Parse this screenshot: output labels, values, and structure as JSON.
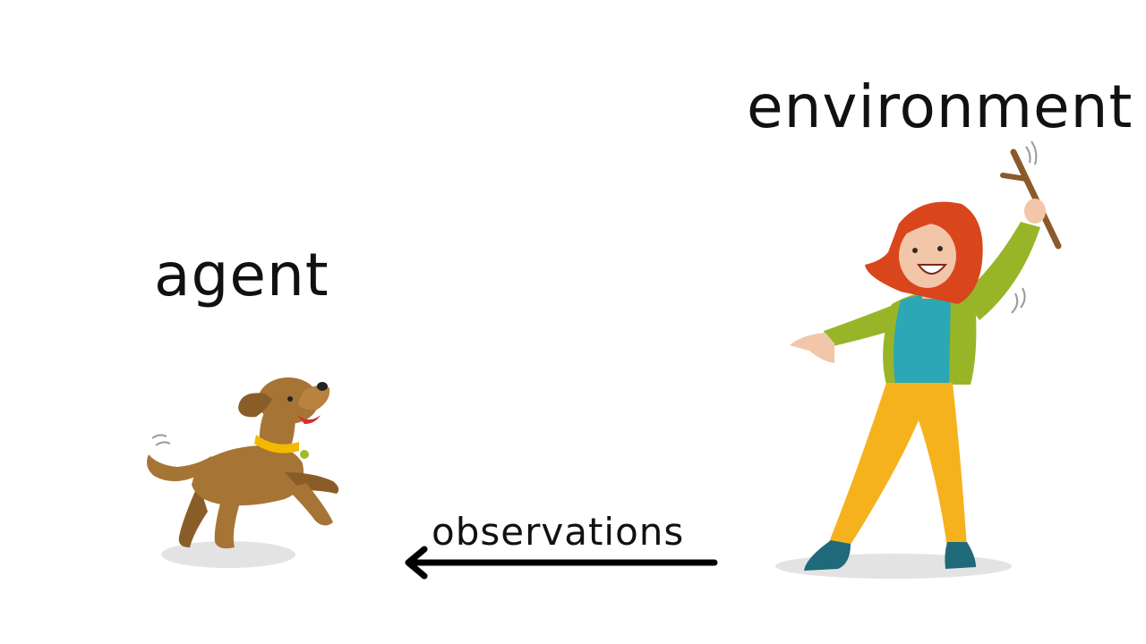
{
  "labels": {
    "agent": "agent",
    "environment": "environment",
    "observations": "observations"
  },
  "illustrations": {
    "agent_figure": "dog",
    "environment_figure": "woman-with-stick"
  },
  "arrow": {
    "direction": "right-to-left",
    "from": "environment",
    "to": "agent",
    "color": "#000000"
  },
  "colors": {
    "dog_body": "#a67434",
    "dog_collar": "#f5b800",
    "hair": "#d9461c",
    "jacket": "#98b528",
    "shirt": "#2ba7b5",
    "pants": "#f6b21d",
    "shoes": "#1e6a7a",
    "stick": "#8b5a2b",
    "shadow": "#e3e3e3"
  }
}
